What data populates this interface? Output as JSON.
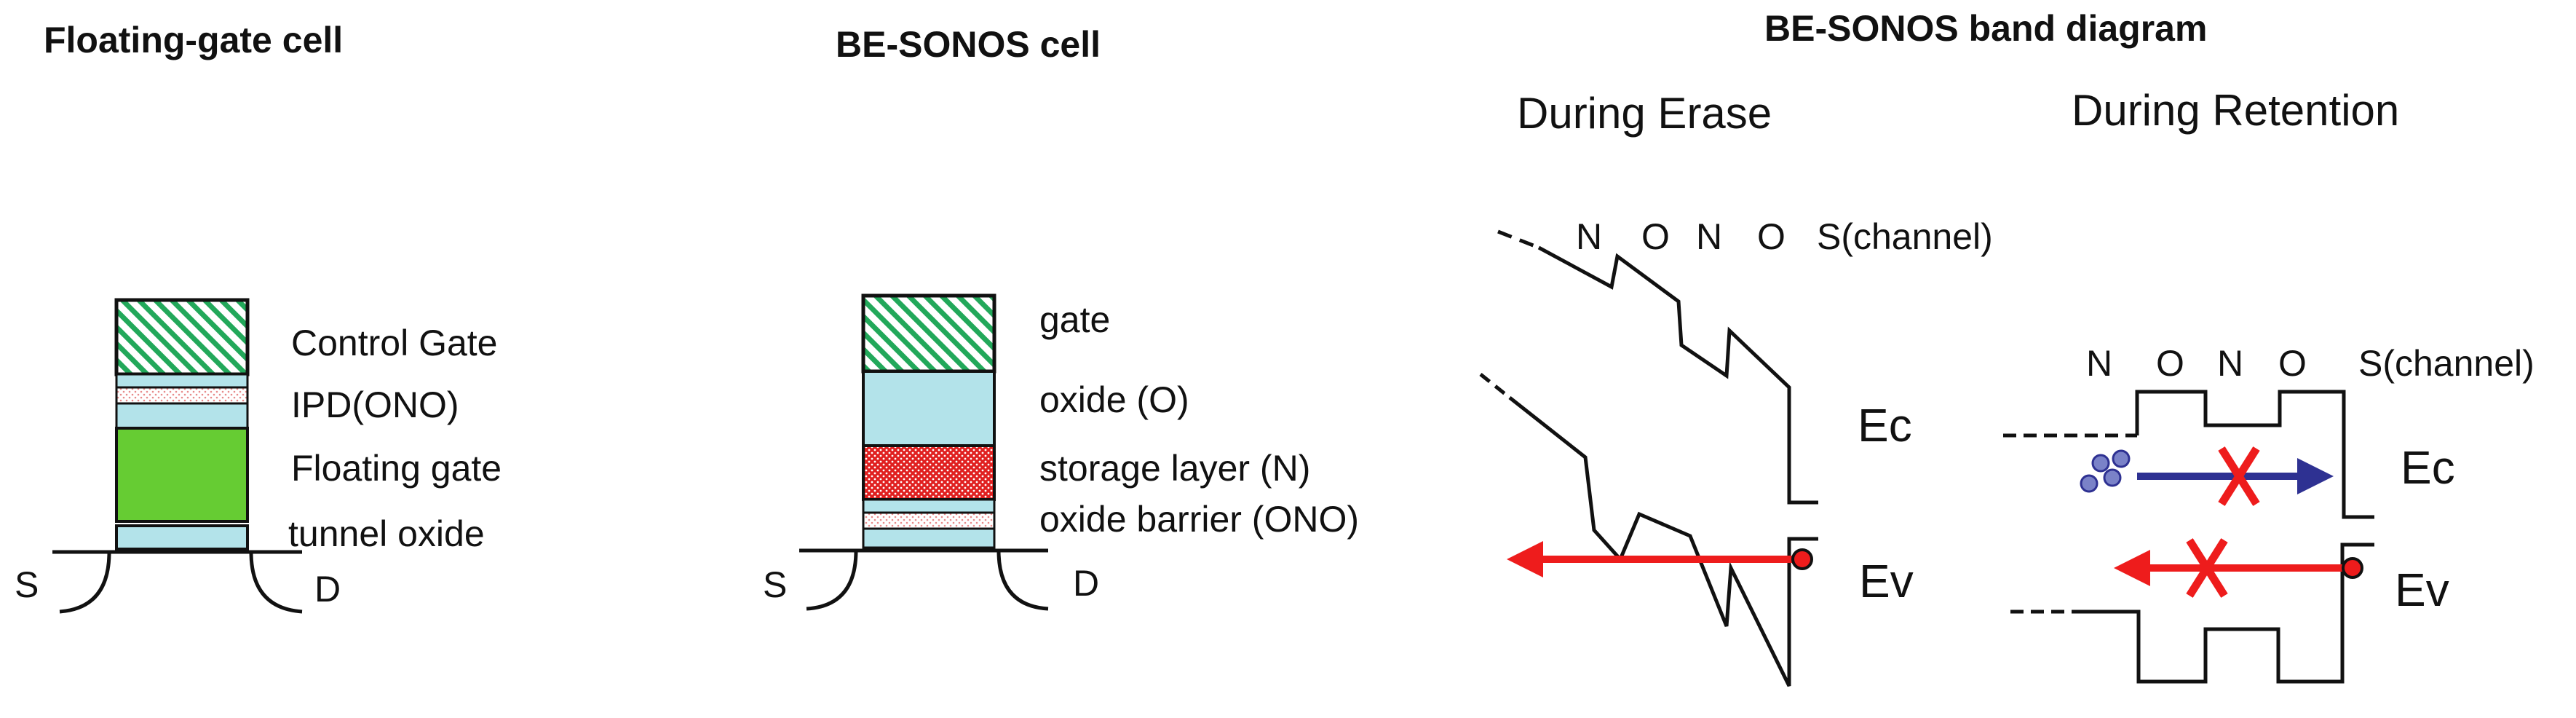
{
  "floating_gate": {
    "title": "Floating-gate cell",
    "labels": {
      "control_gate": "Control Gate",
      "ipd": "IPD(ONO)",
      "floating_gate": "Floating gate",
      "tunnel_oxide": "tunnel oxide"
    },
    "source": "S",
    "drain": "D"
  },
  "be_sonos_cell": {
    "title": "BE-SONOS cell",
    "labels": {
      "gate": "gate",
      "oxide": "oxide (O)",
      "storage": "storage layer (N)",
      "barrier": "oxide barrier (ONO)"
    },
    "source": "S",
    "drain": "D"
  },
  "band_diagram": {
    "title": "BE-SONOS band diagram",
    "erase": {
      "subtitle": "During Erase",
      "layers": [
        "N",
        "O",
        "N",
        "O"
      ],
      "channel": "S(channel)",
      "ec": "Ec",
      "ev": "Ev"
    },
    "retention": {
      "subtitle": "During Retention",
      "layers": [
        "N",
        "O",
        "N",
        "O"
      ],
      "channel": "S(channel)",
      "ec": "Ec",
      "ev": "Ev"
    }
  },
  "colors": {
    "gate_green": "#22a85a",
    "floating_green": "#66cc33",
    "oxide_blue": "#b3e3ea",
    "storage_red": "#e02020",
    "arrow_red": "#ee1c1c",
    "arrow_blue": "#2e3192",
    "electron": "#7a82c8",
    "line": "#111111"
  }
}
